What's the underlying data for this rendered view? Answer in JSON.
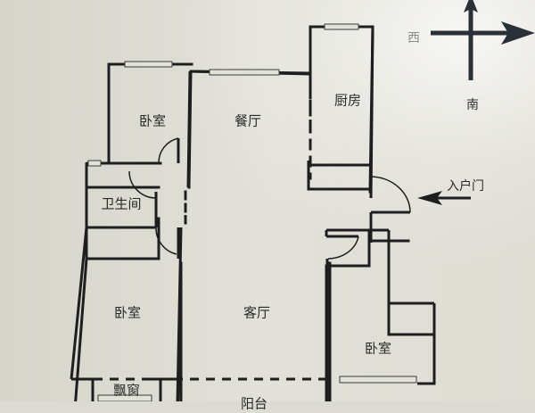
{
  "floor_plan": {
    "rooms": {
      "bedroom_north": "卧室",
      "dining_room": "餐厅",
      "kitchen": "厨房",
      "bathroom": "卫生间",
      "bedroom_west": "卧室",
      "living_room": "客厅",
      "bedroom_east": "卧室",
      "bay_window": "飘窗",
      "balcony": "阳台"
    },
    "entrance": {
      "label": "入户门"
    },
    "compass": {
      "west": "西",
      "south": "南"
    },
    "colors": {
      "wall": "#1e1e1e",
      "window_fill": "#d8d8d0",
      "background": "#dcdbd3"
    }
  }
}
